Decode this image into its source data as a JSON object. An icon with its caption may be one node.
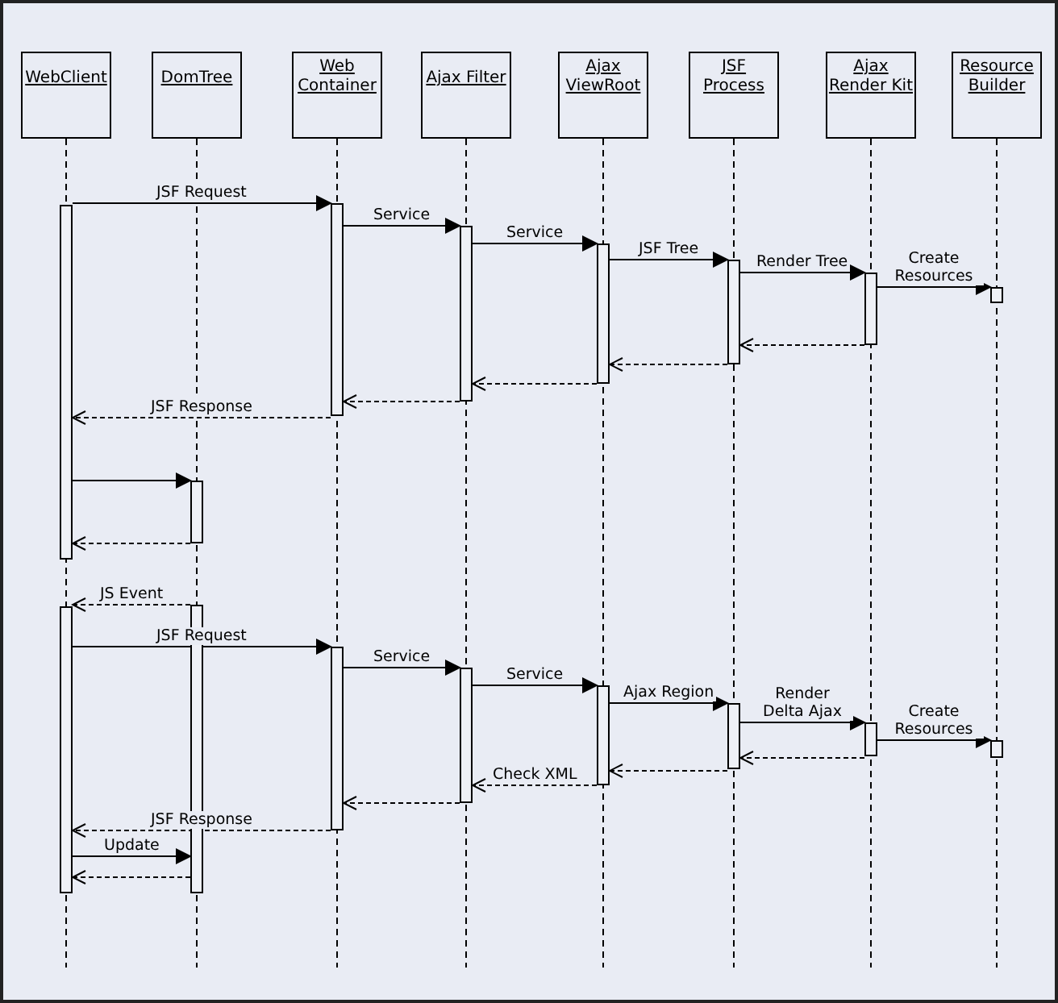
{
  "diagram": {
    "nodes": [
      {
        "text": [
          "WebClient"
        ]
      },
      {
        "text": [
          "DomTree"
        ]
      },
      {
        "text": [
          "Web Container"
        ]
      },
      {
        "text": [
          "Ajax Filter"
        ]
      },
      {
        "text": [
          "Ajax ViewRoot"
        ]
      },
      {
        "text": [
          "JSF Process"
        ]
      },
      {
        "text": [
          "Ajax Render Kit"
        ]
      },
      {
        "text": [
          "Resource Builder"
        ]
      },
      {
        "text": [],
        "shape": "bar"
      },
      {
        "text": [],
        "shape": "bar"
      },
      {
        "text": [],
        "shape": "bar"
      },
      {
        "text": [],
        "shape": "bar"
      },
      {
        "text": [],
        "shape": "bar"
      },
      {
        "text": [],
        "shape": "bar"
      },
      {
        "text": [],
        "shape": "bar"
      },
      {
        "text": [],
        "shape": "bar"
      },
      {
        "text": [],
        "shape": "bar"
      },
      {
        "text": [],
        "shape": "bar"
      },
      {
        "text": [],
        "shape": "bar"
      },
      {
        "text": [],
        "shape": "bar"
      },
      {
        "text": [],
        "shape": "bar"
      },
      {
        "text": [],
        "shape": "bar"
      },
      {
        "text": [],
        "shape": "bar"
      },
      {
        "text": [],
        "shape": "bar"
      }
    ],
    "edges": [
      {
        "from": 8,
        "to": 12,
        "arrow": "to",
        "label": "JSF Request"
      },
      {
        "from": 12,
        "to": 14,
        "arrow": "to",
        "label": "Service"
      },
      {
        "from": 14,
        "to": 16,
        "arrow": "to",
        "label": "Service"
      },
      {
        "from": 16,
        "to": 18,
        "arrow": "to",
        "label": "JSF Tree"
      },
      {
        "from": 18,
        "to": 20,
        "arrow": "to",
        "label": "Render Tree"
      },
      {
        "from": 20,
        "to": 22,
        "arrow": "to",
        "label": "Create Resources"
      },
      {
        "from": 20,
        "to": 18,
        "arrow": "to",
        "style": "dashed"
      },
      {
        "from": 18,
        "to": 16,
        "arrow": "to",
        "style": "dashed"
      },
      {
        "from": 16,
        "to": 14,
        "arrow": "to",
        "style": "dashed"
      },
      {
        "from": 14,
        "to": 12,
        "arrow": "to",
        "style": "dashed"
      },
      {
        "from": 12,
        "to": 8,
        "arrow": "to",
        "style": "dashed",
        "label": "JSF Response"
      },
      {
        "from": 8,
        "to": 10,
        "arrow": "to"
      },
      {
        "from": 10,
        "to": 8,
        "arrow": "to",
        "style": "dashed"
      },
      {
        "from": 11,
        "to": 9,
        "arrow": "to",
        "style": "dashed",
        "label": "JS Event"
      },
      {
        "from": 9,
        "to": 13,
        "arrow": "to",
        "label": "JSF Request"
      },
      {
        "from": 13,
        "to": 15,
        "arrow": "to",
        "label": "Service"
      },
      {
        "from": 15,
        "to": 17,
        "arrow": "to",
        "label": "Service"
      },
      {
        "from": 17,
        "to": 19,
        "arrow": "to",
        "label": "Ajax Region"
      },
      {
        "from": 19,
        "to": 21,
        "arrow": "to",
        "label": "Render Delta Ajax"
      },
      {
        "from": 21,
        "to": 23,
        "arrow": "to",
        "label": "Create Resources"
      },
      {
        "from": 21,
        "to": 19,
        "arrow": "to",
        "style": "dashed"
      },
      {
        "from": 19,
        "to": 17,
        "arrow": "to",
        "style": "dashed"
      },
      {
        "from": 17,
        "to": 15,
        "arrow": "to",
        "style": "dashed",
        "label": "Check XML"
      },
      {
        "from": 15,
        "to": 13,
        "arrow": "to",
        "style": "dashed"
      },
      {
        "from": 13,
        "to": 9,
        "arrow": "to",
        "style": "dashed",
        "label": "JSF Response"
      },
      {
        "from": 9,
        "to": 11,
        "arrow": "to",
        "label": "Update"
      },
      {
        "from": 11,
        "to": 9,
        "arrow": "to",
        "style": "dashed"
      }
    ]
  }
}
